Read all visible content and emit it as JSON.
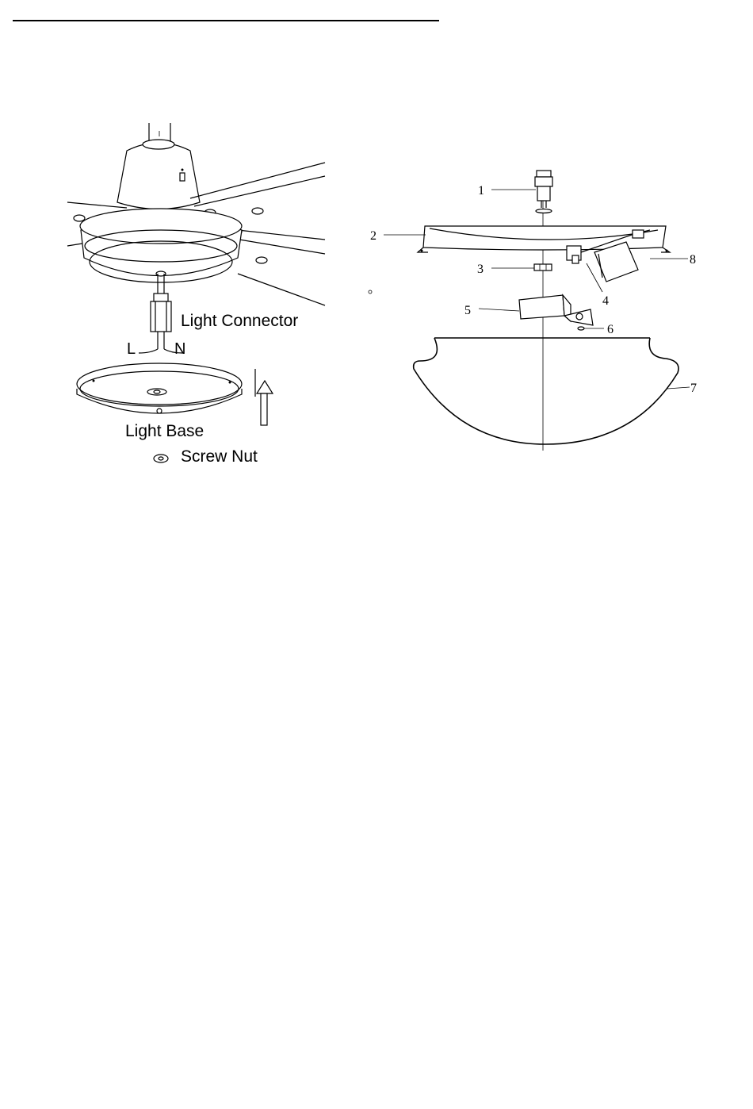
{
  "left_figure": {
    "labels": {
      "light_connector": "Light Connector",
      "l": "L",
      "n": "N",
      "light_base": "Light Base",
      "screw_nut": "Screw Nut"
    }
  },
  "right_figure": {
    "callouts": [
      "1",
      "2",
      "3",
      "4",
      "5",
      "6",
      "7",
      "8"
    ]
  }
}
